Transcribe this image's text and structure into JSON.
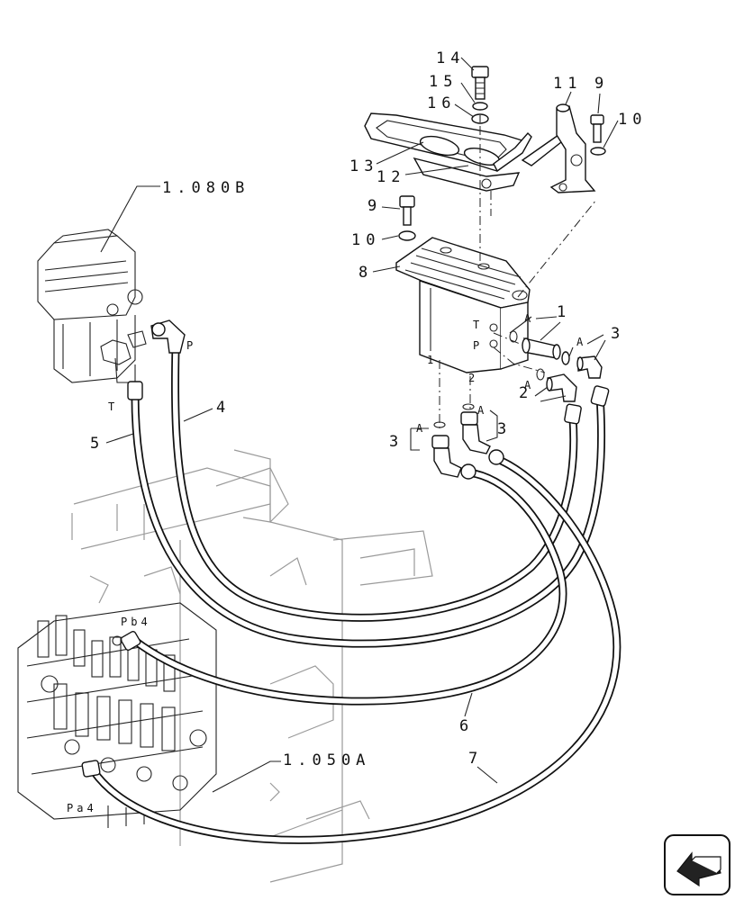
{
  "diagram": {
    "callouts": {
      "c14": "14",
      "c15": "15",
      "c16": "16",
      "c13": "13",
      "c12": "12",
      "c11": "11",
      "c9a": "9",
      "c10a": "10",
      "c9b": "9",
      "c10b": "10",
      "c8": "8",
      "c1a": "1",
      "c1b": "1",
      "c2a": "2",
      "c2b": "2",
      "c3a": "3",
      "c3b": "3",
      "c3c": "3",
      "c4": "4",
      "c5": "5",
      "c6": "6",
      "c7": "7"
    },
    "refs": {
      "ref_top": "1.080B",
      "ref_bottom": "1.050A"
    },
    "ports": {
      "t_valve": "T",
      "p_valve": "P",
      "t_left": "T",
      "p_left": "P",
      "a1": "A",
      "a2": "A",
      "a3": "A",
      "a4": "A",
      "a5": "A",
      "pb4": "Pb4",
      "pa4": "Pa4"
    },
    "nav_icon": "arrow-left-icon"
  }
}
